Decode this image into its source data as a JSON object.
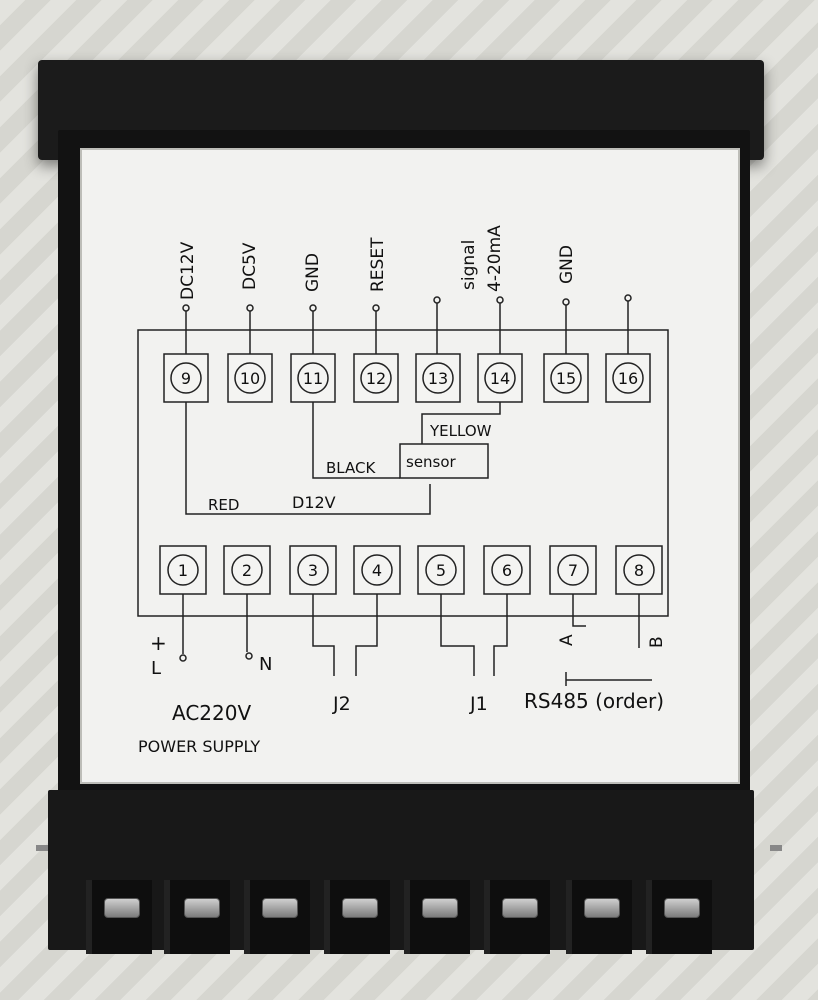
{
  "labels": {
    "top_pins": [
      "DC12V",
      "DC5V",
      "GND",
      "RESET",
      "signal",
      "4-20mA",
      "GND"
    ],
    "top_terminals": [
      "9",
      "10",
      "11",
      "12",
      "13",
      "14",
      "15",
      "16"
    ],
    "bottom_terminals": [
      "1",
      "2",
      "3",
      "4",
      "5",
      "6",
      "7",
      "8"
    ],
    "wires": {
      "yellow": "YELLOW",
      "black": "BLACK",
      "sensor": "sensor",
      "red": "RED",
      "d12v": "D12V"
    },
    "bottom": {
      "plus": "+",
      "l": "L",
      "n": "N",
      "ac": "AC220V",
      "j2": "J2",
      "j1": "J1",
      "a": "A",
      "b": "B",
      "rs485": "RS485 (order)",
      "power": "POWER SUPPLY"
    }
  },
  "colors": {
    "case": "#121212",
    "label_bg": "#f2f2f0",
    "ink": "#111111"
  }
}
